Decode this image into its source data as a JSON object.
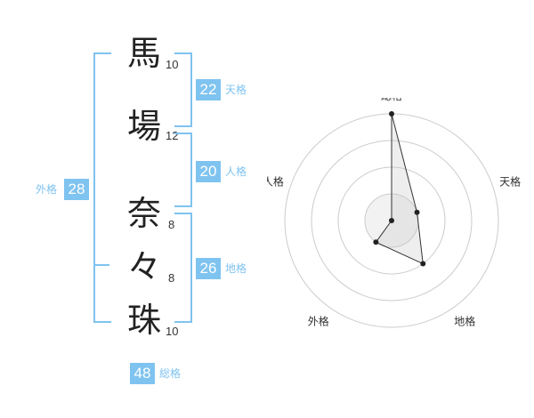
{
  "name": {
    "chars": [
      {
        "char": "馬",
        "strokes": "10"
      },
      {
        "char": "場",
        "strokes": "12"
      },
      {
        "char": "奈",
        "strokes": "8"
      },
      {
        "char": "々",
        "strokes": "8"
      },
      {
        "char": "珠",
        "strokes": "10"
      }
    ]
  },
  "kakusu": {
    "tenkaku": {
      "value": "22",
      "label": "天格"
    },
    "jinkaku": {
      "value": "20",
      "label": "人格"
    },
    "chikaku": {
      "value": "26",
      "label": "地格"
    },
    "gaikaku": {
      "value": "28",
      "label": "外格"
    },
    "soukaku": {
      "value": "48",
      "label": "総格"
    }
  },
  "colors": {
    "accent": "#7fc3f0",
    "text": "#222222",
    "grid": "#cccccc"
  },
  "chart_data": {
    "type": "radar",
    "axes": [
      "総格",
      "天格",
      "地格",
      "外格",
      "人格"
    ],
    "values": [
      4,
      1,
      2,
      1,
      0
    ],
    "max": 5,
    "rings": 4
  }
}
